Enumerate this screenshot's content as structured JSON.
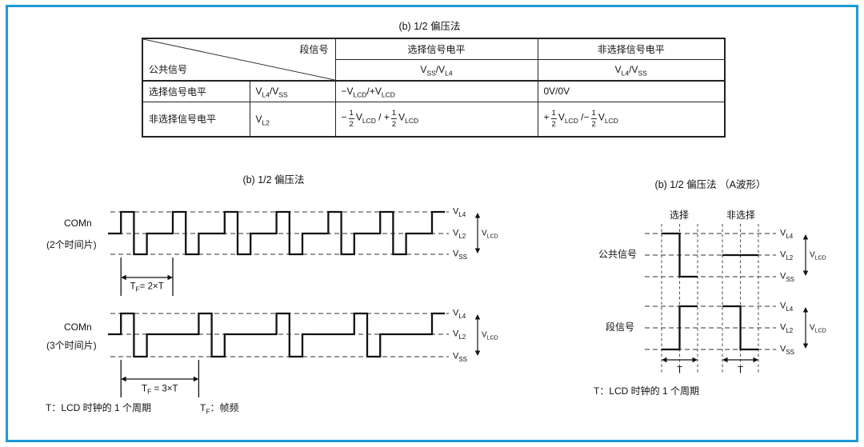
{
  "frame": {
    "border_color": "#1c9ad6"
  },
  "table_section": {
    "title": "(b) 1/2 偏压法",
    "corner_top": "段信号",
    "corner_bottom": "公共信号",
    "columns": [
      {
        "header": "选择信号电平",
        "subheader": "V_SS_/V_L4_"
      },
      {
        "header": "非选择信号电平",
        "subheader": "V_L4_/V_SS_"
      }
    ],
    "rows": [
      {
        "label": "选择信号电平",
        "level": "V_L4_/V_SS_",
        "cells": [
          "−V_LCD_/+V_LCD_",
          "0V/0V"
        ]
      },
      {
        "label": "非选择信号电平",
        "level": "V_L2_",
        "cells": [
          "−{1/2}V_LCD_ / +{1/2}V_LCD_",
          "+{1/2}V_LCD_ /−{1/2}V_LCD_"
        ]
      }
    ]
  },
  "left_figure": {
    "title": "(b) 1/2 偏压法",
    "waves": [
      {
        "signal": "COMn",
        "slices": "(2个时间片)",
        "level_labels": [
          "V_L4_",
          "V_L2_",
          "V_SS_"
        ],
        "range_label": "V_LCD_",
        "frame_label": "T_F_= 2×T",
        "frame_from_t": 0.5,
        "frame_to_t": 2.5,
        "segments": [
          [
            "VL2",
            0.5
          ],
          [
            "VL4",
            0.5
          ],
          [
            "VSS",
            0.5
          ],
          [
            "VL2",
            1
          ],
          [
            "VL4",
            0.5
          ],
          [
            "VSS",
            0.5
          ],
          [
            "VL2",
            1
          ],
          [
            "VL4",
            0.5
          ],
          [
            "VSS",
            0.5
          ],
          [
            "VL2",
            1
          ],
          [
            "VL4",
            0.5
          ],
          [
            "VSS",
            0.5
          ],
          [
            "VL2",
            1
          ],
          [
            "VL4",
            0.5
          ],
          [
            "VSS",
            0.5
          ],
          [
            "VL2",
            1
          ],
          [
            "VL4",
            0.5
          ],
          [
            "VSS",
            0.5
          ],
          [
            "VL2",
            1
          ],
          [
            "VL4",
            0.5
          ]
        ]
      },
      {
        "signal": "COMn",
        "slices": "(3个时间片)",
        "level_labels": [
          "V_L4_",
          "V_L2_",
          "V_SS_"
        ],
        "range_label": "V_LCD_",
        "frame_label": "T_F_ = 3×T",
        "frame_from_t": 0.5,
        "frame_to_t": 3.5,
        "segments": [
          [
            "VL2",
            0.5
          ],
          [
            "VL4",
            0.5
          ],
          [
            "VSS",
            0.5
          ],
          [
            "VL2",
            2
          ],
          [
            "VL4",
            0.5
          ],
          [
            "VSS",
            0.5
          ],
          [
            "VL2",
            2
          ],
          [
            "VL4",
            0.5
          ],
          [
            "VSS",
            0.5
          ],
          [
            "VL2",
            2
          ],
          [
            "VL4",
            0.5
          ],
          [
            "VSS",
            0.5
          ],
          [
            "VL2",
            2
          ],
          [
            "VL4",
            0.5
          ]
        ]
      }
    ],
    "note_t": "T：LCD 时钟的 1 个周期",
    "note_tf": "T_F_：帧频"
  },
  "right_figure": {
    "title": "(b) 1/2 偏压法 （A波形）",
    "phases": [
      "选择",
      "非选择"
    ],
    "waves": [
      {
        "signal": "公共信号",
        "level_labels": [
          "V_L4_",
          "V_L2_",
          "V_SS_"
        ],
        "range_label": "V_LCD_",
        "segments": [
          [
            "VL4",
            0.5
          ],
          [
            "VSS",
            0.5
          ],
          [
            "gap",
            0.69
          ],
          [
            "VL2",
            1
          ]
        ]
      },
      {
        "signal": "段信号",
        "level_labels": [
          "V_L4_",
          "V_L2_",
          "V_SS_"
        ],
        "range_label": "V_LCD_",
        "segments": [
          [
            "VSS",
            0.5
          ],
          [
            "VL4",
            0.5
          ],
          [
            "gap",
            0.69
          ],
          [
            "VL4",
            0.5
          ],
          [
            "VSS",
            0.5
          ]
        ]
      }
    ],
    "period_label": "T",
    "note_t": "T：LCD 时钟的 1 个周期"
  }
}
